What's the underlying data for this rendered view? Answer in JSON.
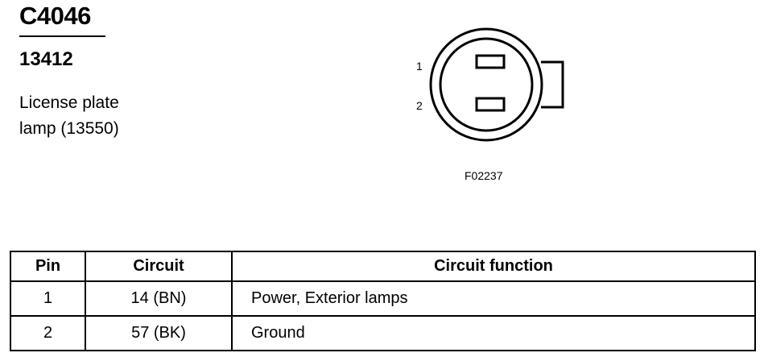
{
  "connector": {
    "id": "C4046",
    "part_number": "13412",
    "description_lines": [
      "License plate",
      "lamp (13550)"
    ]
  },
  "diagram": {
    "pin_labels": [
      "1",
      "2"
    ],
    "figure_code": "F02237"
  },
  "table": {
    "headers": [
      "Pin",
      "Circuit",
      "Circuit function"
    ],
    "rows": [
      {
        "pin": "1",
        "circuit": "14 (BN)",
        "function": "Power, Exterior lamps"
      },
      {
        "pin": "2",
        "circuit": "57 (BK)",
        "function": "Ground"
      }
    ]
  }
}
